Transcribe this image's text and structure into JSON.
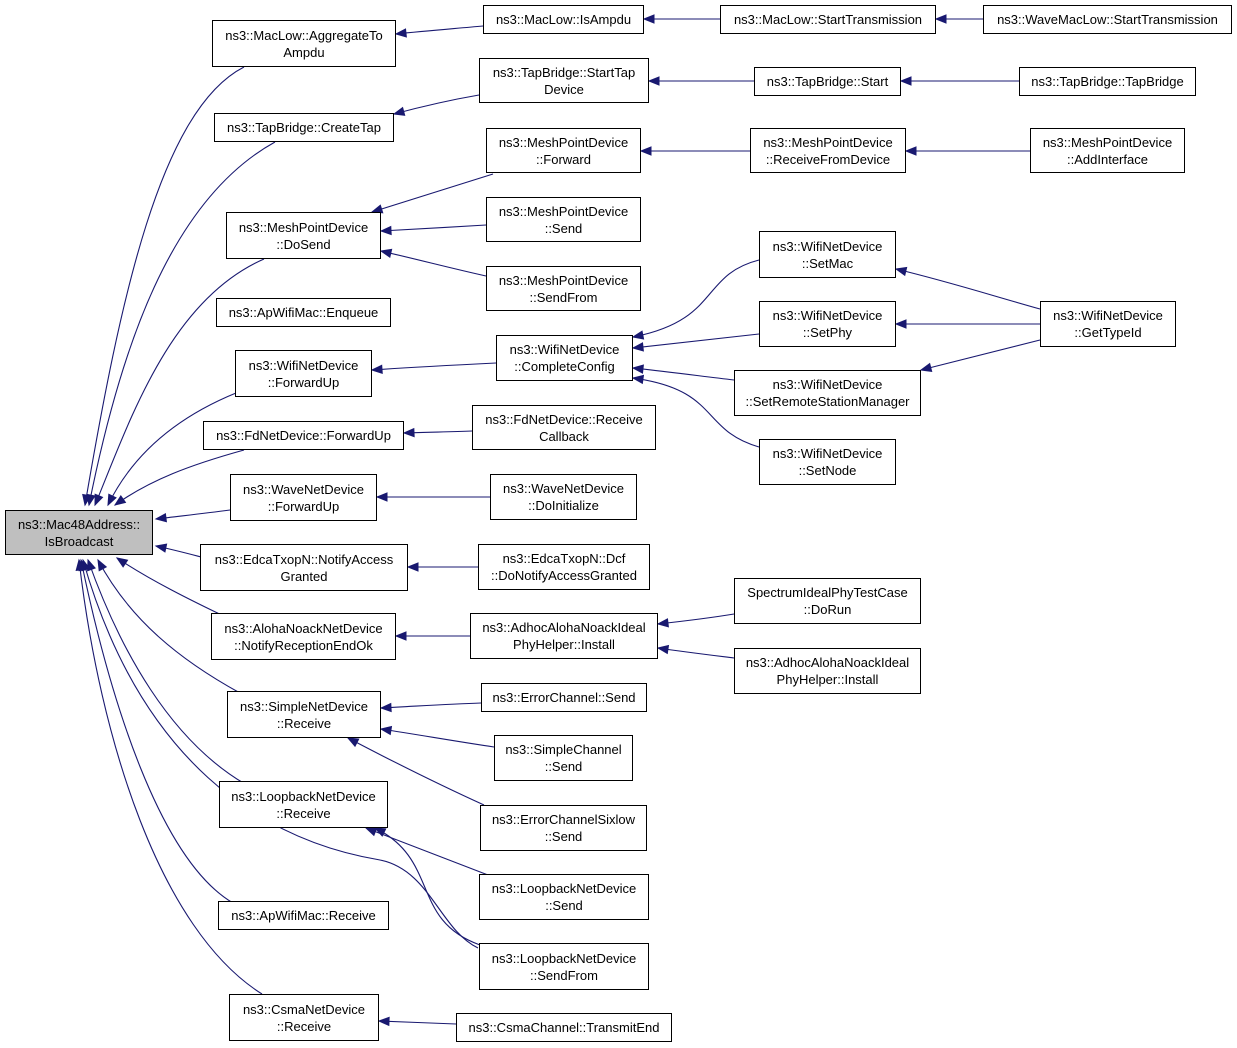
{
  "diagram": {
    "colors": {
      "edge": "#191970",
      "root_fill": "#bfbfbf",
      "node_fill": "#ffffff",
      "border": "#000000"
    },
    "nodes": {
      "root": {
        "line1": "ns3::Mac48Address::",
        "line2": "IsBroadcast"
      },
      "n1": {
        "line1": "ns3::MacLow::AggregateTo",
        "line2": "Ampdu"
      },
      "n2": {
        "line1": "ns3::TapBridge::CreateTap",
        "line2": ""
      },
      "n3": {
        "line1": "ns3::MeshPointDevice",
        "line2": "::DoSend"
      },
      "n4": {
        "line1": "ns3::ApWifiMac::Enqueue",
        "line2": ""
      },
      "n5": {
        "line1": "ns3::WifiNetDevice",
        "line2": "::ForwardUp"
      },
      "n6": {
        "line1": "ns3::FdNetDevice::ForwardUp",
        "line2": ""
      },
      "n7": {
        "line1": "ns3::WaveNetDevice",
        "line2": "::ForwardUp"
      },
      "n8": {
        "line1": "ns3::EdcaTxopN::NotifyAccess",
        "line2": "Granted"
      },
      "n9": {
        "line1": "ns3::AlohaNoackNetDevice",
        "line2": "::NotifyReceptionEndOk"
      },
      "n10": {
        "line1": "ns3::SimpleNetDevice",
        "line2": "::Receive"
      },
      "n11": {
        "line1": "ns3::LoopbackNetDevice",
        "line2": "::Receive"
      },
      "n12": {
        "line1": "ns3::ApWifiMac::Receive",
        "line2": ""
      },
      "n13": {
        "line1": "ns3::CsmaNetDevice",
        "line2": "::Receive"
      },
      "m1": {
        "line1": "ns3::MacLow::IsAmpdu",
        "line2": ""
      },
      "m2": {
        "line1": "ns3::TapBridge::StartTap",
        "line2": "Device"
      },
      "m3": {
        "line1": "ns3::MeshPointDevice",
        "line2": "::Forward"
      },
      "m4": {
        "line1": "ns3::MeshPointDevice",
        "line2": "::Send"
      },
      "m5": {
        "line1": "ns3::MeshPointDevice",
        "line2": "::SendFrom"
      },
      "m6": {
        "line1": "ns3::WifiNetDevice",
        "line2": "::CompleteConfig"
      },
      "m7": {
        "line1": "ns3::FdNetDevice::Receive",
        "line2": "Callback"
      },
      "m8": {
        "line1": "ns3::WaveNetDevice",
        "line2": "::DoInitialize"
      },
      "m9": {
        "line1": "ns3::EdcaTxopN::Dcf",
        "line2": "::DoNotifyAccessGranted"
      },
      "m10": {
        "line1": "ns3::AdhocAlohaNoackIdeal",
        "line2": "PhyHelper::Install"
      },
      "m11": {
        "line1": "ns3::ErrorChannel::Send",
        "line2": ""
      },
      "m12": {
        "line1": "ns3::SimpleChannel",
        "line2": "::Send"
      },
      "m13": {
        "line1": "ns3::ErrorChannelSixlow",
        "line2": "::Send"
      },
      "m14": {
        "line1": "ns3::LoopbackNetDevice",
        "line2": "::Send"
      },
      "m15": {
        "line1": "ns3::LoopbackNetDevice",
        "line2": "::SendFrom"
      },
      "m16": {
        "line1": "ns3::CsmaChannel::TransmitEnd",
        "line2": ""
      },
      "k1": {
        "line1": "ns3::MacLow::StartTransmission",
        "line2": ""
      },
      "k2": {
        "line1": "ns3::TapBridge::Start",
        "line2": ""
      },
      "k3": {
        "line1": "ns3::MeshPointDevice",
        "line2": "::ReceiveFromDevice"
      },
      "k4": {
        "line1": "ns3::WifiNetDevice",
        "line2": "::SetMac"
      },
      "k5": {
        "line1": "ns3::WifiNetDevice",
        "line2": "::SetPhy"
      },
      "k6": {
        "line1": "ns3::WifiNetDevice",
        "line2": "::SetRemoteStationManager"
      },
      "k7": {
        "line1": "ns3::WifiNetDevice",
        "line2": "::SetNode"
      },
      "k8": {
        "line1": "SpectrumIdealPhyTestCase",
        "line2": "::DoRun"
      },
      "k9": {
        "line1": "ns3::AdhocAlohaNoackIdeal",
        "line2": "PhyHelper::Install"
      },
      "p1": {
        "line1": "ns3::WaveMacLow::StartTransmission",
        "line2": ""
      },
      "p2": {
        "line1": "ns3::TapBridge::TapBridge",
        "line2": ""
      },
      "p3": {
        "line1": "ns3::MeshPointDevice",
        "line2": "::AddInterface"
      },
      "p4": {
        "line1": "ns3::WifiNetDevice",
        "line2": "::GetTypeId"
      }
    }
  }
}
